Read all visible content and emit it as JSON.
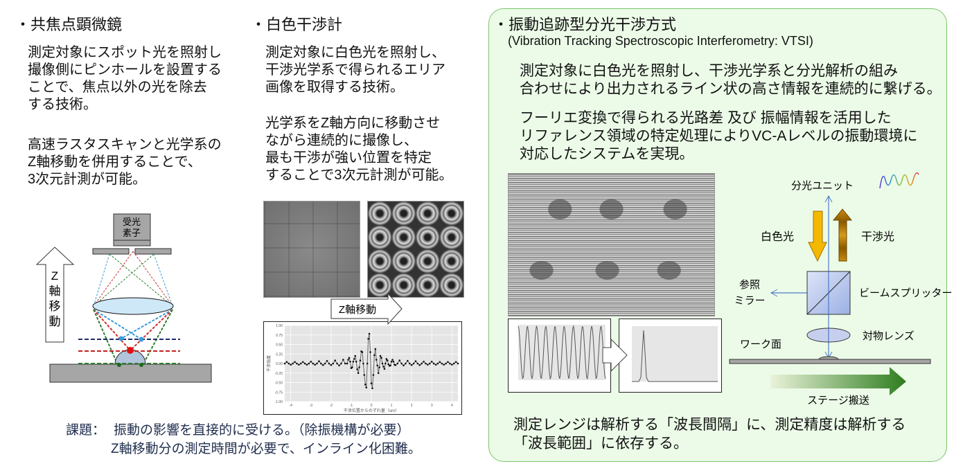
{
  "confocal": {
    "title": "・共焦点顕微鏡",
    "para1": [
      "測定対象にスポット光を照射し",
      "撮像側にピンホールを設置する",
      "ことで、焦点以外の光を除去",
      "する技術。"
    ],
    "para2": [
      "高速ラスタスキャンと光学系の",
      "Z軸移動を併用することで、",
      "3次元計測が可能。"
    ],
    "diagram": {
      "detector": [
        "受光",
        "素子"
      ],
      "z_arrow": [
        "Z",
        "軸",
        "移",
        "動"
      ]
    }
  },
  "wli": {
    "title": "・白色干渉計",
    "para1": [
      "測定対象に白色光を照射し、",
      "干渉光学系で得られるエリア",
      "画像を取得する技術。"
    ],
    "para2": [
      "光学系をZ軸方向に移動させ",
      "ながら連続的に撮像し、",
      "最も干渉が強い位置を特定",
      "することで3次元計測が可能。"
    ],
    "z_move_label": "Z軸移動"
  },
  "issues": {
    "label": "課題：",
    "lines": [
      "振動の影響を直接的に受ける。（除振機構が必要）",
      "Z軸移動分の測定時間が必要で、インライン化困難。"
    ]
  },
  "vtsi": {
    "title": "・振動追跡型分光干渉方式",
    "subtitle": "(Vibration Tracking Spectroscopic Interferometry: VTSI)",
    "para1": [
      "測定対象に白色光を照射し、干渉光学系と分光解析の組み",
      "合わせにより出力されるライン状の高さ情報を連続的に繋げる。"
    ],
    "para2": [
      "フーリエ変換で得られる光路差 及び 振幅情報を活用した",
      "リファレンス領域の特定処理によりVC-Aレベルの振動環境に",
      "対応したシステムを実現。"
    ],
    "diagram": {
      "spectro_unit": "分光ユニット",
      "white_light": "白色光",
      "interference_light": "干渉光",
      "reference_mirror": [
        "参照",
        "ミラー"
      ],
      "beam_splitter": "ビームスプリッター",
      "objective_lens": "対物レンズ",
      "work_surface": "ワーク面",
      "stage_transport": "ステージ搬送"
    },
    "footer": [
      "測定レンジは解析する「波長間隔」に、測定精度は解析する",
      "「波長範囲」に依存する。"
    ],
    "colors": {
      "panel_border": "#7cc46a",
      "panel_fill": "#ecfbe8",
      "stage_arrow": "#2e7d1f"
    }
  },
  "chart_data": {
    "type": "line",
    "title": "",
    "xlabel": "干渉位置からのずれ量（um）",
    "ylabel": "干渉強度",
    "xlim": [
      -4.3,
      4.3
    ],
    "ylim": [
      -1.0,
      1.0
    ],
    "x_ticks": [
      "-4",
      "-3",
      "-2",
      "-1",
      "0",
      "1",
      "2",
      "3",
      "4"
    ],
    "y_ticks": [
      "1.00",
      "0.75",
      "0.50",
      "0.25",
      "0.00",
      "-0.25",
      "-0.50",
      "-0.75",
      "-1.00"
    ],
    "grid": true,
    "markers": true,
    "points": [
      [
        -4.3,
        0
      ],
      [
        -4.2,
        0.04
      ],
      [
        -4.1,
        0
      ],
      [
        -4.0,
        -0.03
      ],
      [
        -3.9,
        0
      ],
      [
        -3.8,
        0.04
      ],
      [
        -3.7,
        0
      ],
      [
        -3.6,
        -0.03
      ],
      [
        -3.5,
        0
      ],
      [
        -3.4,
        0.04
      ],
      [
        -3.3,
        0
      ],
      [
        -3.2,
        -0.03
      ],
      [
        -3.1,
        0
      ],
      [
        -3.0,
        0.05
      ],
      [
        -2.9,
        0
      ],
      [
        -2.8,
        -0.03
      ],
      [
        -2.7,
        0
      ],
      [
        -2.6,
        0.06
      ],
      [
        -2.5,
        0
      ],
      [
        -2.4,
        -0.04
      ],
      [
        -2.3,
        0
      ],
      [
        -2.2,
        0.07
      ],
      [
        -2.1,
        0
      ],
      [
        -2.0,
        -0.04
      ],
      [
        -1.9,
        0
      ],
      [
        -1.8,
        0.08
      ],
      [
        -1.7,
        0
      ],
      [
        -1.6,
        -0.05
      ],
      [
        -1.5,
        0
      ],
      [
        -1.4,
        0.1
      ],
      [
        -1.3,
        0
      ],
      [
        -1.2,
        0.0
      ],
      [
        -1.15,
        0.1
      ],
      [
        -1.1,
        0.15
      ],
      [
        -1.05,
        0.05
      ],
      [
        -1.0,
        -0.12
      ],
      [
        -0.95,
        -0.1
      ],
      [
        -0.9,
        0.05
      ],
      [
        -0.85,
        0.12
      ],
      [
        -0.8,
        0.2
      ],
      [
        -0.75,
        0.05
      ],
      [
        -0.7,
        -0.15
      ],
      [
        -0.65,
        -0.25
      ],
      [
        -0.6,
        -0.1
      ],
      [
        -0.55,
        0.08
      ],
      [
        -0.5,
        0.32
      ],
      [
        -0.45,
        0.3
      ],
      [
        -0.4,
        0.0
      ],
      [
        -0.35,
        -0.3
      ],
      [
        -0.3,
        -0.55
      ],
      [
        -0.25,
        -0.63
      ],
      [
        -0.2,
        0.0
      ],
      [
        -0.15,
        0.65
      ],
      [
        -0.1,
        0.78
      ],
      [
        -0.05,
        0.3
      ],
      [
        0.0,
        -0.52
      ],
      [
        0.05,
        -0.65
      ],
      [
        0.1,
        -0.3
      ],
      [
        0.15,
        0.22
      ],
      [
        0.2,
        0.38
      ],
      [
        0.25,
        0.1
      ],
      [
        0.3,
        -0.05
      ],
      [
        0.35,
        -0.25
      ],
      [
        0.4,
        -0.1
      ],
      [
        0.45,
        0.2
      ],
      [
        0.5,
        0.15
      ],
      [
        0.55,
        0.0
      ],
      [
        0.6,
        -0.08
      ],
      [
        0.65,
        -0.14
      ],
      [
        0.7,
        0.0
      ],
      [
        0.75,
        0.12
      ],
      [
        0.8,
        0.08
      ],
      [
        0.85,
        -0.02
      ],
      [
        0.9,
        -0.06
      ],
      [
        0.95,
        -0.05
      ],
      [
        1.0,
        0.05
      ],
      [
        1.05,
        0.1
      ],
      [
        1.1,
        0.05
      ],
      [
        1.15,
        -0.03
      ],
      [
        1.2,
        -0.04
      ],
      [
        1.3,
        0
      ],
      [
        1.4,
        0.08
      ],
      [
        1.5,
        0
      ],
      [
        1.6,
        -0.05
      ],
      [
        1.7,
        0
      ],
      [
        1.8,
        0.07
      ],
      [
        1.9,
        0
      ],
      [
        2.0,
        -0.04
      ],
      [
        2.1,
        0
      ],
      [
        2.2,
        0.06
      ],
      [
        2.3,
        0
      ],
      [
        2.4,
        -0.04
      ],
      [
        2.5,
        0
      ],
      [
        2.6,
        0.05
      ],
      [
        2.7,
        0
      ],
      [
        2.8,
        -0.03
      ],
      [
        2.9,
        0
      ],
      [
        3.0,
        0.05
      ],
      [
        3.1,
        0
      ],
      [
        3.2,
        -0.03
      ],
      [
        3.3,
        0
      ],
      [
        3.4,
        0.04
      ],
      [
        3.5,
        0
      ],
      [
        3.6,
        -0.03
      ],
      [
        3.7,
        0
      ],
      [
        3.8,
        0.04
      ],
      [
        3.9,
        0
      ],
      [
        4.0,
        -0.03
      ],
      [
        4.1,
        0
      ],
      [
        4.2,
        0.04
      ],
      [
        4.3,
        0
      ]
    ]
  }
}
